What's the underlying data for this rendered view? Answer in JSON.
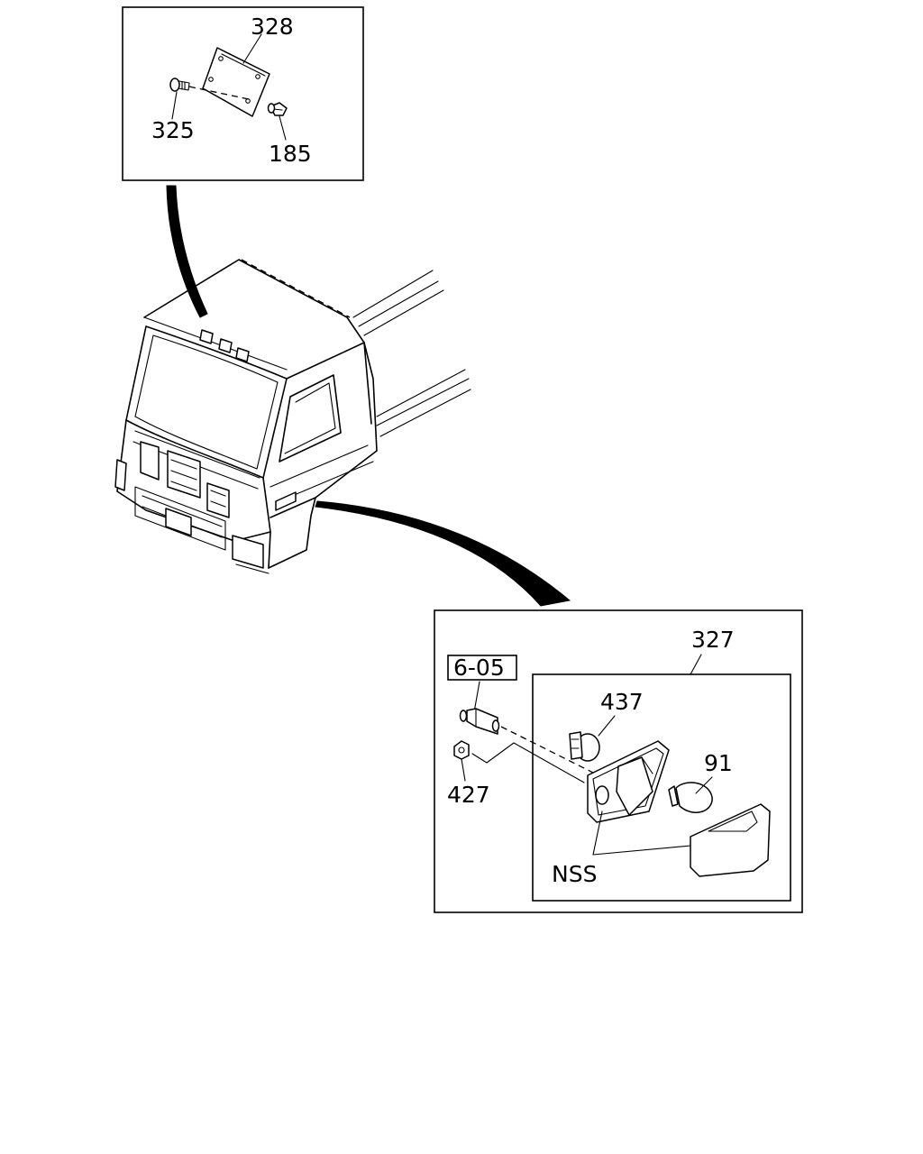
{
  "diagram": {
    "top_callout": {
      "labels": {
        "plate": "328",
        "screw": "325",
        "clip": "185"
      }
    },
    "bottom_callout": {
      "labels": {
        "assembly": "327",
        "reference": "6-05",
        "bulb_socket": "437",
        "bulb": "91",
        "nut": "427",
        "not_sold_separately": "NSS"
      }
    }
  }
}
